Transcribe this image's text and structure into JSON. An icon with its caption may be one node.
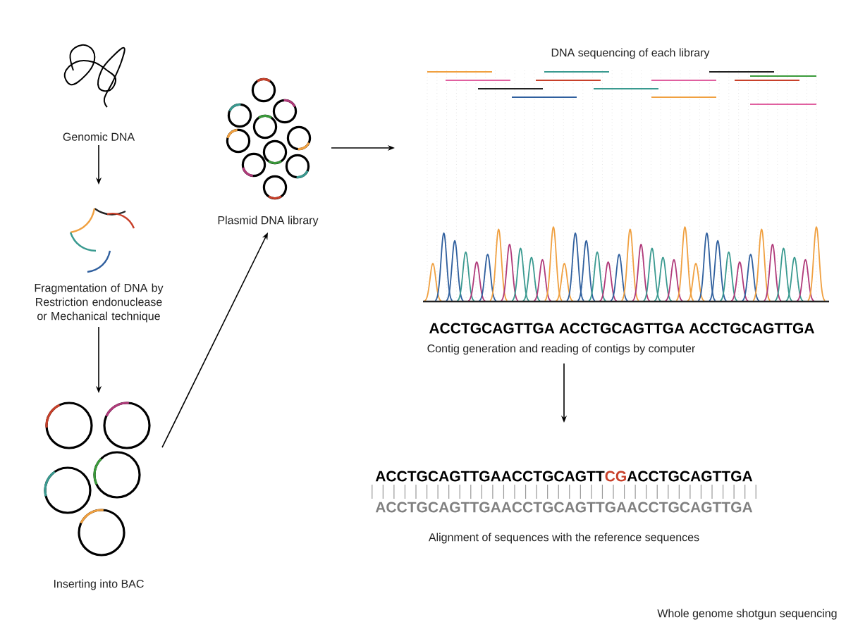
{
  "diagram": {
    "caption": "Whole genome shotgun sequencing",
    "nodes": [
      {
        "text": [
          "Genomic DNA"
        ]
      },
      {
        "text": [
          "Fragmentation of DNA by Restriction endonuclease or Mechanical technique"
        ]
      },
      {
        "text": [
          "Inserting into BAC"
        ]
      },
      {
        "text": [
          "Plasmid DNA library"
        ]
      },
      {
        "text": [
          "DNA sequencing of each library",
          "ACCTGCAGTTGA ACCTGCAGTTGA ACCTGCAGTTGA",
          "Contig generation and reading of contigs by computer"
        ]
      },
      {
        "text": [
          "ACCTGCAGTTGAACCTGCAGTT",
          "CG",
          "ACCTGCAGTTGA",
          "ACCTGCAGTTGAACCTGCAGTTGAACCTGCAGTTGA",
          "Alignment of sequences with the reference sequences"
        ]
      }
    ],
    "edges": [
      {
        "from": 0,
        "to": 1,
        "arrow": "to"
      },
      {
        "from": 1,
        "to": 2,
        "arrow": "to"
      },
      {
        "from": 2,
        "to": 3,
        "arrow": "to"
      },
      {
        "from": 3,
        "to": 4,
        "arrow": "to"
      },
      {
        "from": 4,
        "to": 5,
        "arrow": "to"
      }
    ]
  }
}
